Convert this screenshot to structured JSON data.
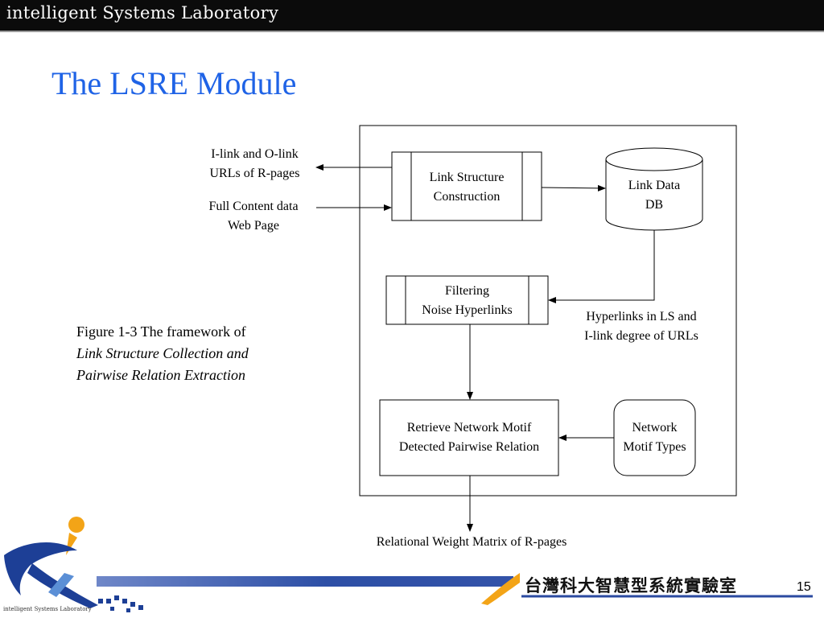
{
  "header": {
    "lab_name": "intelligent Systems Laboratory"
  },
  "slide": {
    "title": "The LSRE Module",
    "page_number": "15"
  },
  "diagram": {
    "inputs": {
      "out_label": [
        "I-link and O-link",
        "URLs of R-pages"
      ],
      "in_label": [
        "Full Content data",
        "Web Page"
      ]
    },
    "nodes": {
      "link_structure": [
        "Link Structure",
        "Construction"
      ],
      "link_data_db": [
        "Link Data",
        "DB"
      ],
      "filtering": [
        "Filtering",
        "Noise Hyperlinks"
      ],
      "retrieve": [
        "Retrieve Network Motif",
        "Detected Pairwise Relation"
      ],
      "motif_types": [
        "Network",
        "Motif Types"
      ]
    },
    "edge_labels": {
      "db_to_filter": [
        "Hyperlinks in LS and",
        "I-link degree of URLs"
      ],
      "output": "Relational Weight Matrix of R-pages"
    },
    "caption": {
      "line1": "Figure 1-3 The framework of",
      "line2": "Link Structure Collection and",
      "line3": "Pairwise Relation Extraction"
    }
  },
  "footer": {
    "institution": "台灣科大智慧型系統實驗室",
    "logo_text": "intelligent Systems Laboratory"
  },
  "colors": {
    "title": "#1f63e6",
    "header_bg": "#0b0b0b",
    "footer_blue": "#2b4aa0"
  }
}
